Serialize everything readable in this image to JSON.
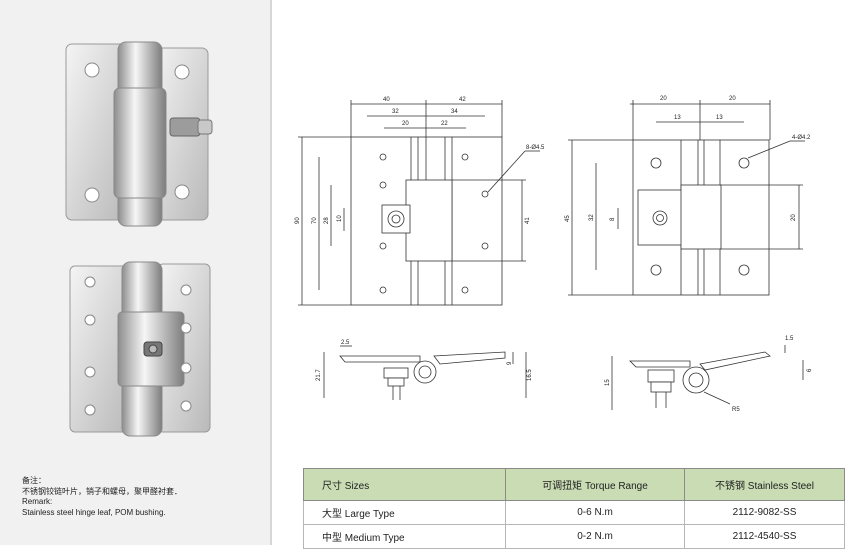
{
  "remark": {
    "cn_label": "备注：",
    "cn_text": "不锈钢铰链叶片，销子和螺母，聚甲醛衬套．",
    "en_label": "Remark:",
    "en_text": "Stainless steel hinge leaf, POM bushing."
  },
  "front_view_dims": {
    "top_40": "40",
    "top_42": "42",
    "top_32": "32",
    "top_34": "34",
    "top_20": "20",
    "top_22": "22",
    "left_90": "90",
    "left_70": "70",
    "left_28": "28",
    "left_10": "10",
    "right_41": "41",
    "hole": "8-Ø4.5"
  },
  "medium_view_dims": {
    "top_20a": "20",
    "top_20b": "20",
    "top_13a": "13",
    "top_13b": "13",
    "left_45": "45",
    "left_32": "32",
    "left_8": "8",
    "right_20": "20",
    "hole": "4-Ø4.2"
  },
  "side_view_dims": {
    "large_2_5": "2.5",
    "large_21_7": "21.7",
    "large_9": "9",
    "large_16_5": "16.5",
    "medium_1_5": "1.5",
    "medium_6": "6",
    "medium_15": "15",
    "medium_r5": "R5"
  },
  "table": {
    "headers": [
      "尺寸 Sizes",
      "可调扭矩 Torque Range",
      "不锈钢 Stainless Steel"
    ],
    "rows": [
      [
        "大型 Large Type",
        "0-6 N.m",
        "2112-9082-SS"
      ],
      [
        "中型 Medium Type",
        "0-2 N.m",
        "2112-4540-SS"
      ]
    ]
  }
}
